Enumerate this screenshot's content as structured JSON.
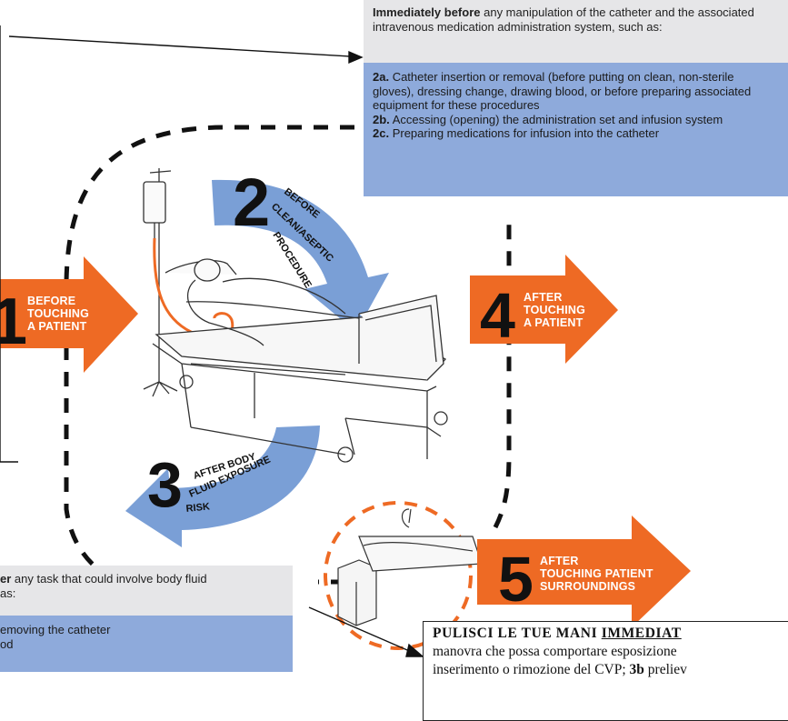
{
  "top_box": {
    "heading_bold": "Immediately before",
    "heading_rest": " any manipulation of the catheter and the associated intravenous medication administration system, such as:",
    "items": [
      {
        "key": "2a.",
        "text": " Catheter insertion or removal (before putting on clean, non-sterile gloves), dressing change, drawing blood, or before preparing associated equipment for these procedures"
      },
      {
        "key": "2b.",
        "text": " Accessing (opening) the administration set and infusion system"
      },
      {
        "key": "2c.",
        "text": " Preparing medications for infusion into the catheter"
      }
    ]
  },
  "steps": {
    "s1": {
      "number": "1",
      "label_lines": [
        "BEFORE",
        "TOUCHING",
        "A PATIENT"
      ]
    },
    "s2": {
      "number": "2",
      "curved_label": [
        "BEFORE",
        "CLEAN/ASEPTIC",
        "PROCEDURE"
      ]
    },
    "s3": {
      "number": "3",
      "curved_label": [
        "AFTER BODY",
        "FLUID EXPOSURE",
        "RISK"
      ]
    },
    "s4": {
      "number": "4",
      "label_lines": [
        "AFTER",
        "TOUCHING",
        "A PATIENT"
      ]
    },
    "s5": {
      "number": "5",
      "label_lines": [
        "AFTER",
        "TOUCHING PATIENT",
        "SURROUNDINGS"
      ]
    }
  },
  "bottom_box": {
    "heading_bold_fragment": "er",
    "heading_rest_line1": " any task that could involve body fluid",
    "heading_line2": "as:",
    "items": [
      "emoving the catheter",
      "od"
    ]
  },
  "italian_box": {
    "line1_bold": "PULISCI LE TUE MANI ",
    "line1_bold_underlined": "IMMEDIAT",
    "line2": "manovra che possa comportare esposizione",
    "line3_plain": "inserimento o rimozione del CVP;  ",
    "line3_bold": "3b",
    "line3_rest": " preliev"
  },
  "colors": {
    "orange": "#ee6a24",
    "blue": "#7a9fd6",
    "box_blue": "#8eaadb",
    "box_grey": "#e6e6e8",
    "dash": "#111111"
  }
}
